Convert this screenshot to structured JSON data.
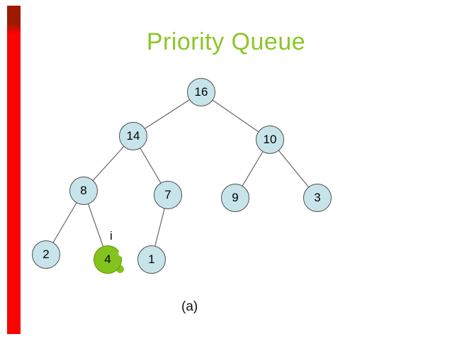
{
  "title": "Priority Queue",
  "caption": "(a)",
  "tree": {
    "index_label": "i",
    "nodes": [
      {
        "value": "16",
        "highlighted": false
      },
      {
        "value": "14",
        "highlighted": false
      },
      {
        "value": "10",
        "highlighted": false
      },
      {
        "value": "8",
        "highlighted": false
      },
      {
        "value": "7",
        "highlighted": false
      },
      {
        "value": "9",
        "highlighted": false
      },
      {
        "value": "3",
        "highlighted": false
      },
      {
        "value": "2",
        "highlighted": false
      },
      {
        "value": "4",
        "highlighted": true
      },
      {
        "value": "1",
        "highlighted": false
      }
    ],
    "edges": [
      "16-14",
      "16-10",
      "14-8",
      "14-7",
      "10-9",
      "10-3",
      "8-2",
      "8-4",
      "7-1"
    ]
  },
  "colors": {
    "title_green": "#8cc628",
    "accent_red": "#fb0300",
    "node_fill": "#c6e4e9",
    "node_stroke": "#4e4e4e",
    "highlight_fill": "#83c31e",
    "edge_gray": "#666666"
  }
}
